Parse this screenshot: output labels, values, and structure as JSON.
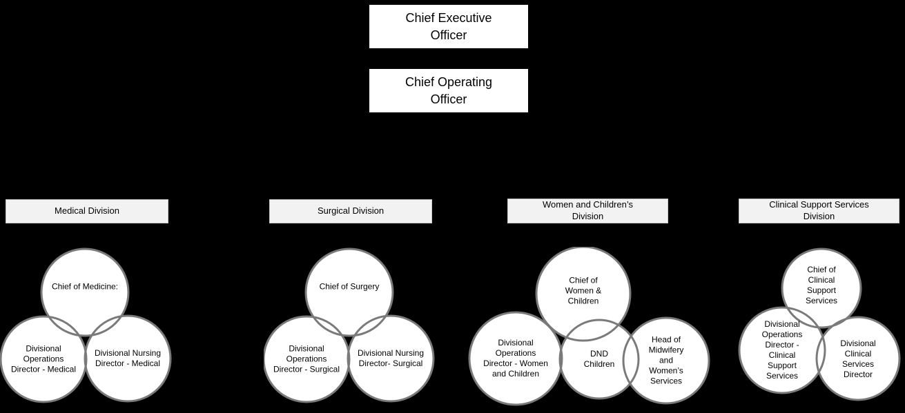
{
  "colors": {
    "background": "#000000",
    "box_fill": "#ffffff",
    "header_fill": "#f2f2f2",
    "circle_fill": "#ffffff",
    "circle_stroke": "#7a7a7a",
    "text": "#000000"
  },
  "executives": [
    {
      "label": "Chief Executive Officer"
    },
    {
      "label": "Chief Operating Officer"
    }
  ],
  "divisions": [
    {
      "title": "Medical Division",
      "roles": [
        "Chief of Medicine:",
        "Divisional Operations Director - Medical",
        "Divisional Nursing Director - Medical"
      ]
    },
    {
      "title": "Surgical Division",
      "roles": [
        "Chief of Surgery",
        "Divisional Operations Director - Surgical",
        "Divisional Nursing Director- Surgical"
      ]
    },
    {
      "title": "Women and Children’s Division",
      "roles": [
        "Chief of Women & Children",
        "Divisional Operations Director - Women and Children",
        "DND Children",
        "Head of Midwifery and Women’s Services"
      ]
    },
    {
      "title": "Clinical Support Services Division",
      "roles": [
        "Chief of Clinical Support Services",
        "Divisional Operations Director - Clinical Support Services",
        "Divisional Clinical Services Director"
      ]
    }
  ]
}
